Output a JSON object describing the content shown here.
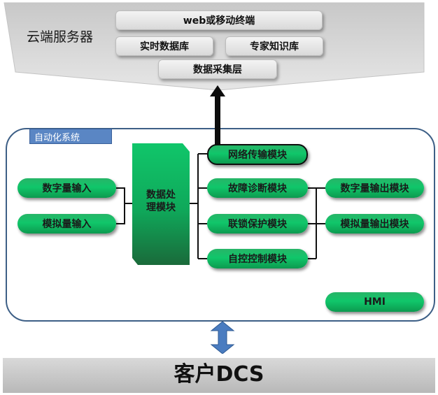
{
  "cloud": {
    "title": "云端服务器",
    "web_terminal": "web或移动终端",
    "realtime_db": "实时数据库",
    "expert_kb": "专家知识库",
    "data_layer": "数据采集层"
  },
  "automation": {
    "label": "自动化系统",
    "digital_input": "数字量输入",
    "analog_input": "模拟量输入",
    "data_processing_line1": "数据处",
    "data_processing_line2": "理模块",
    "network_module": "网络传输模块",
    "fault_module": "故障诊断模块",
    "interlock_module": "联锁保护模块",
    "autocontrol_module": "自控控制模块",
    "digital_output": "数字量输出模块",
    "analog_output": "模拟量输出模块",
    "hmi": "HMI"
  },
  "client": {
    "dcs": "客户DCS"
  },
  "colors": {
    "green": "#10c66a",
    "frame": "#3d5f86",
    "label_bg": "#5a86c4",
    "arrow_blue": "#4a7cc0"
  }
}
